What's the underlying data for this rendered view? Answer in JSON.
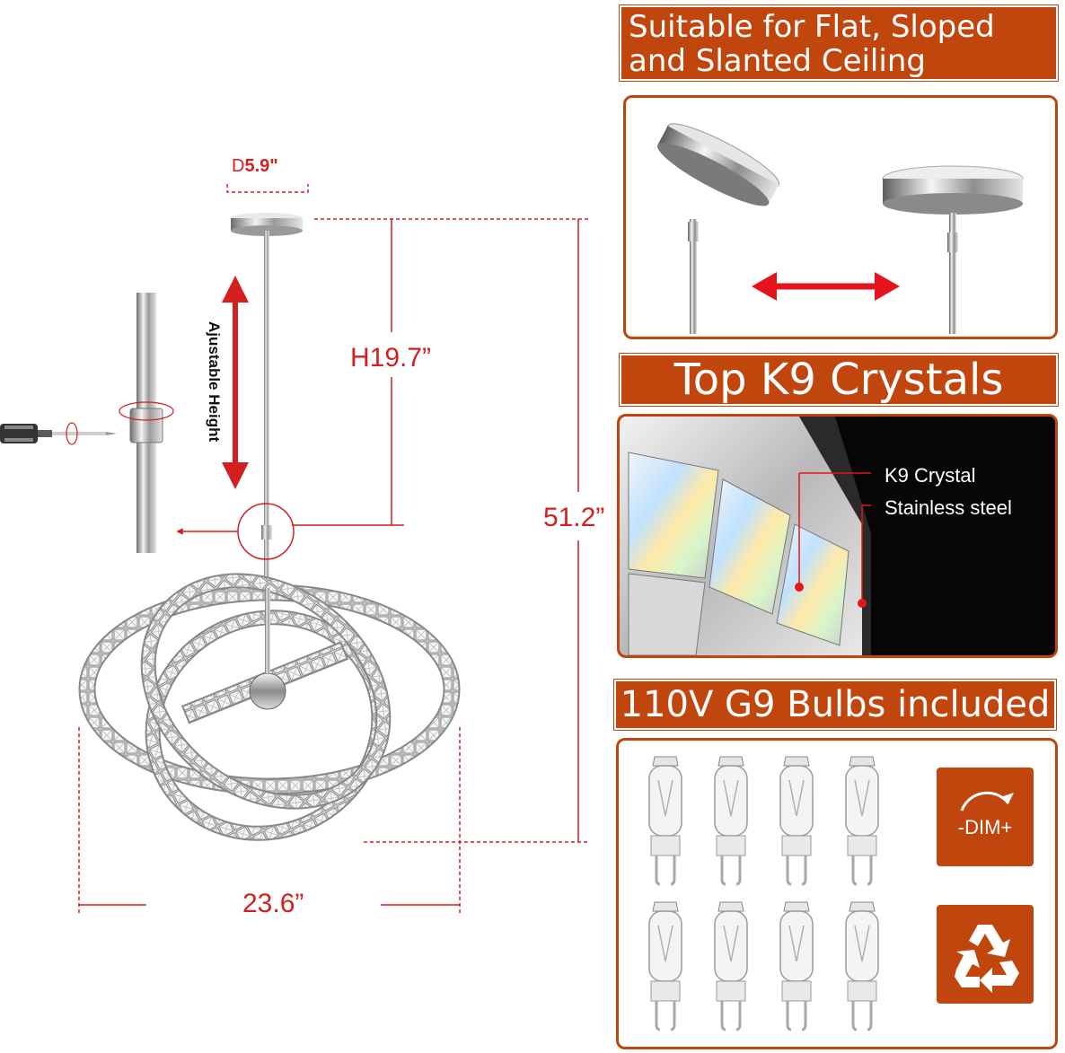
{
  "diagram": {
    "depth_prefix": "D",
    "depth_value": "5.9\"",
    "height_label": "H19.7”",
    "total_height_label": "51.2”",
    "width_label": "23.6”",
    "adjust_label": "Ajustable Height"
  },
  "features": {
    "ceiling_banner": "Suitable for Flat, Sloped and Slanted Ceiling",
    "crystals_banner": "Top K9 Crystals",
    "crystal_label": "K9 Crystal",
    "steel_label": "Stainless steel",
    "bulbs_banner": "110V G9 Bulbs included",
    "dim_label": "-DIM+"
  },
  "colors": {
    "accent": "#c1460e",
    "dimension_red": "#d41f1f"
  },
  "icons": [
    "dimmable-icon",
    "recycle-icon",
    "double-arrow-icon",
    "screwdriver-icon"
  ],
  "bulbs": {
    "count": 8
  }
}
